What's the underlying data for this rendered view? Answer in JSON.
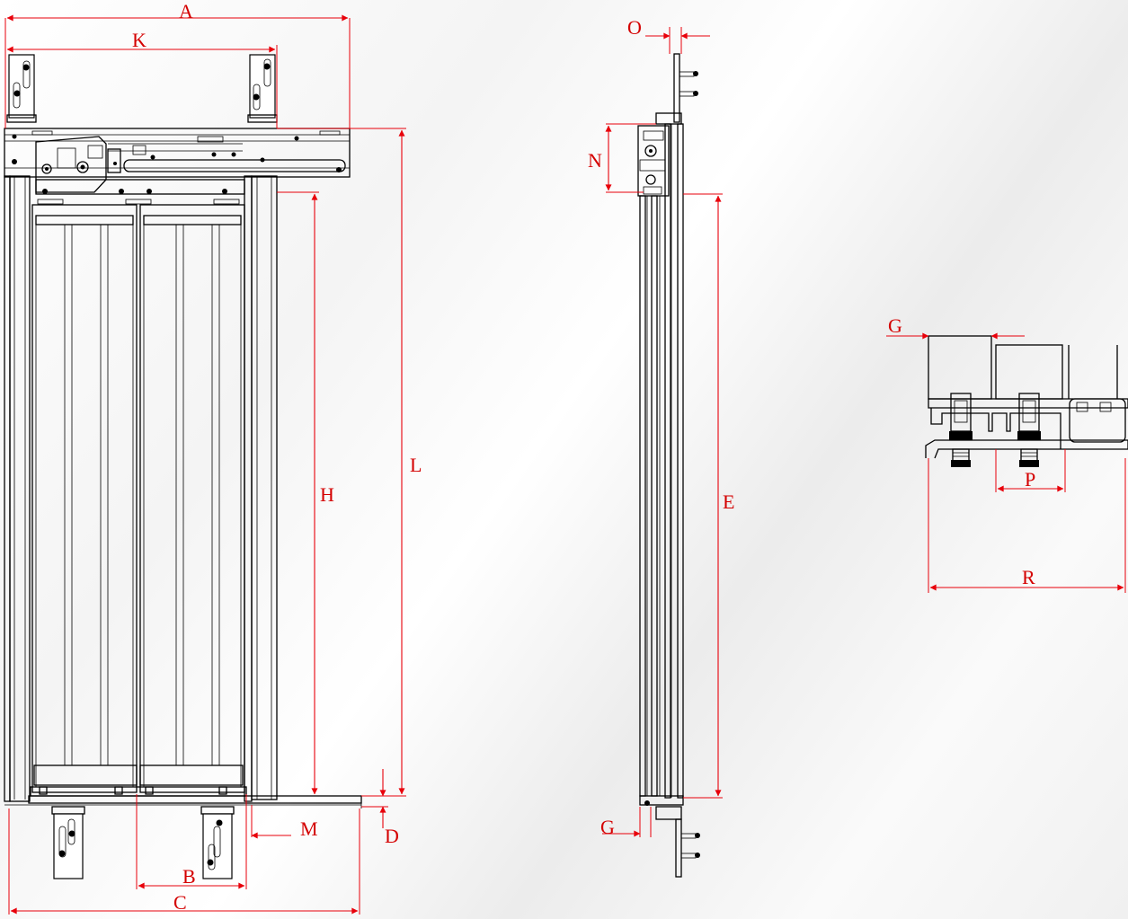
{
  "labels": {
    "A": "A",
    "K": "K",
    "L": "L",
    "H": "H",
    "M": "M",
    "D": "D",
    "B": "B",
    "C": "C",
    "O": "O",
    "N": "N",
    "E": "E",
    "G_side": "G",
    "G_detail": "G",
    "P": "P",
    "R": "R"
  },
  "colors": {
    "dimension": "#e8000a",
    "linework": "#000000",
    "background": "#f4f4f4"
  }
}
